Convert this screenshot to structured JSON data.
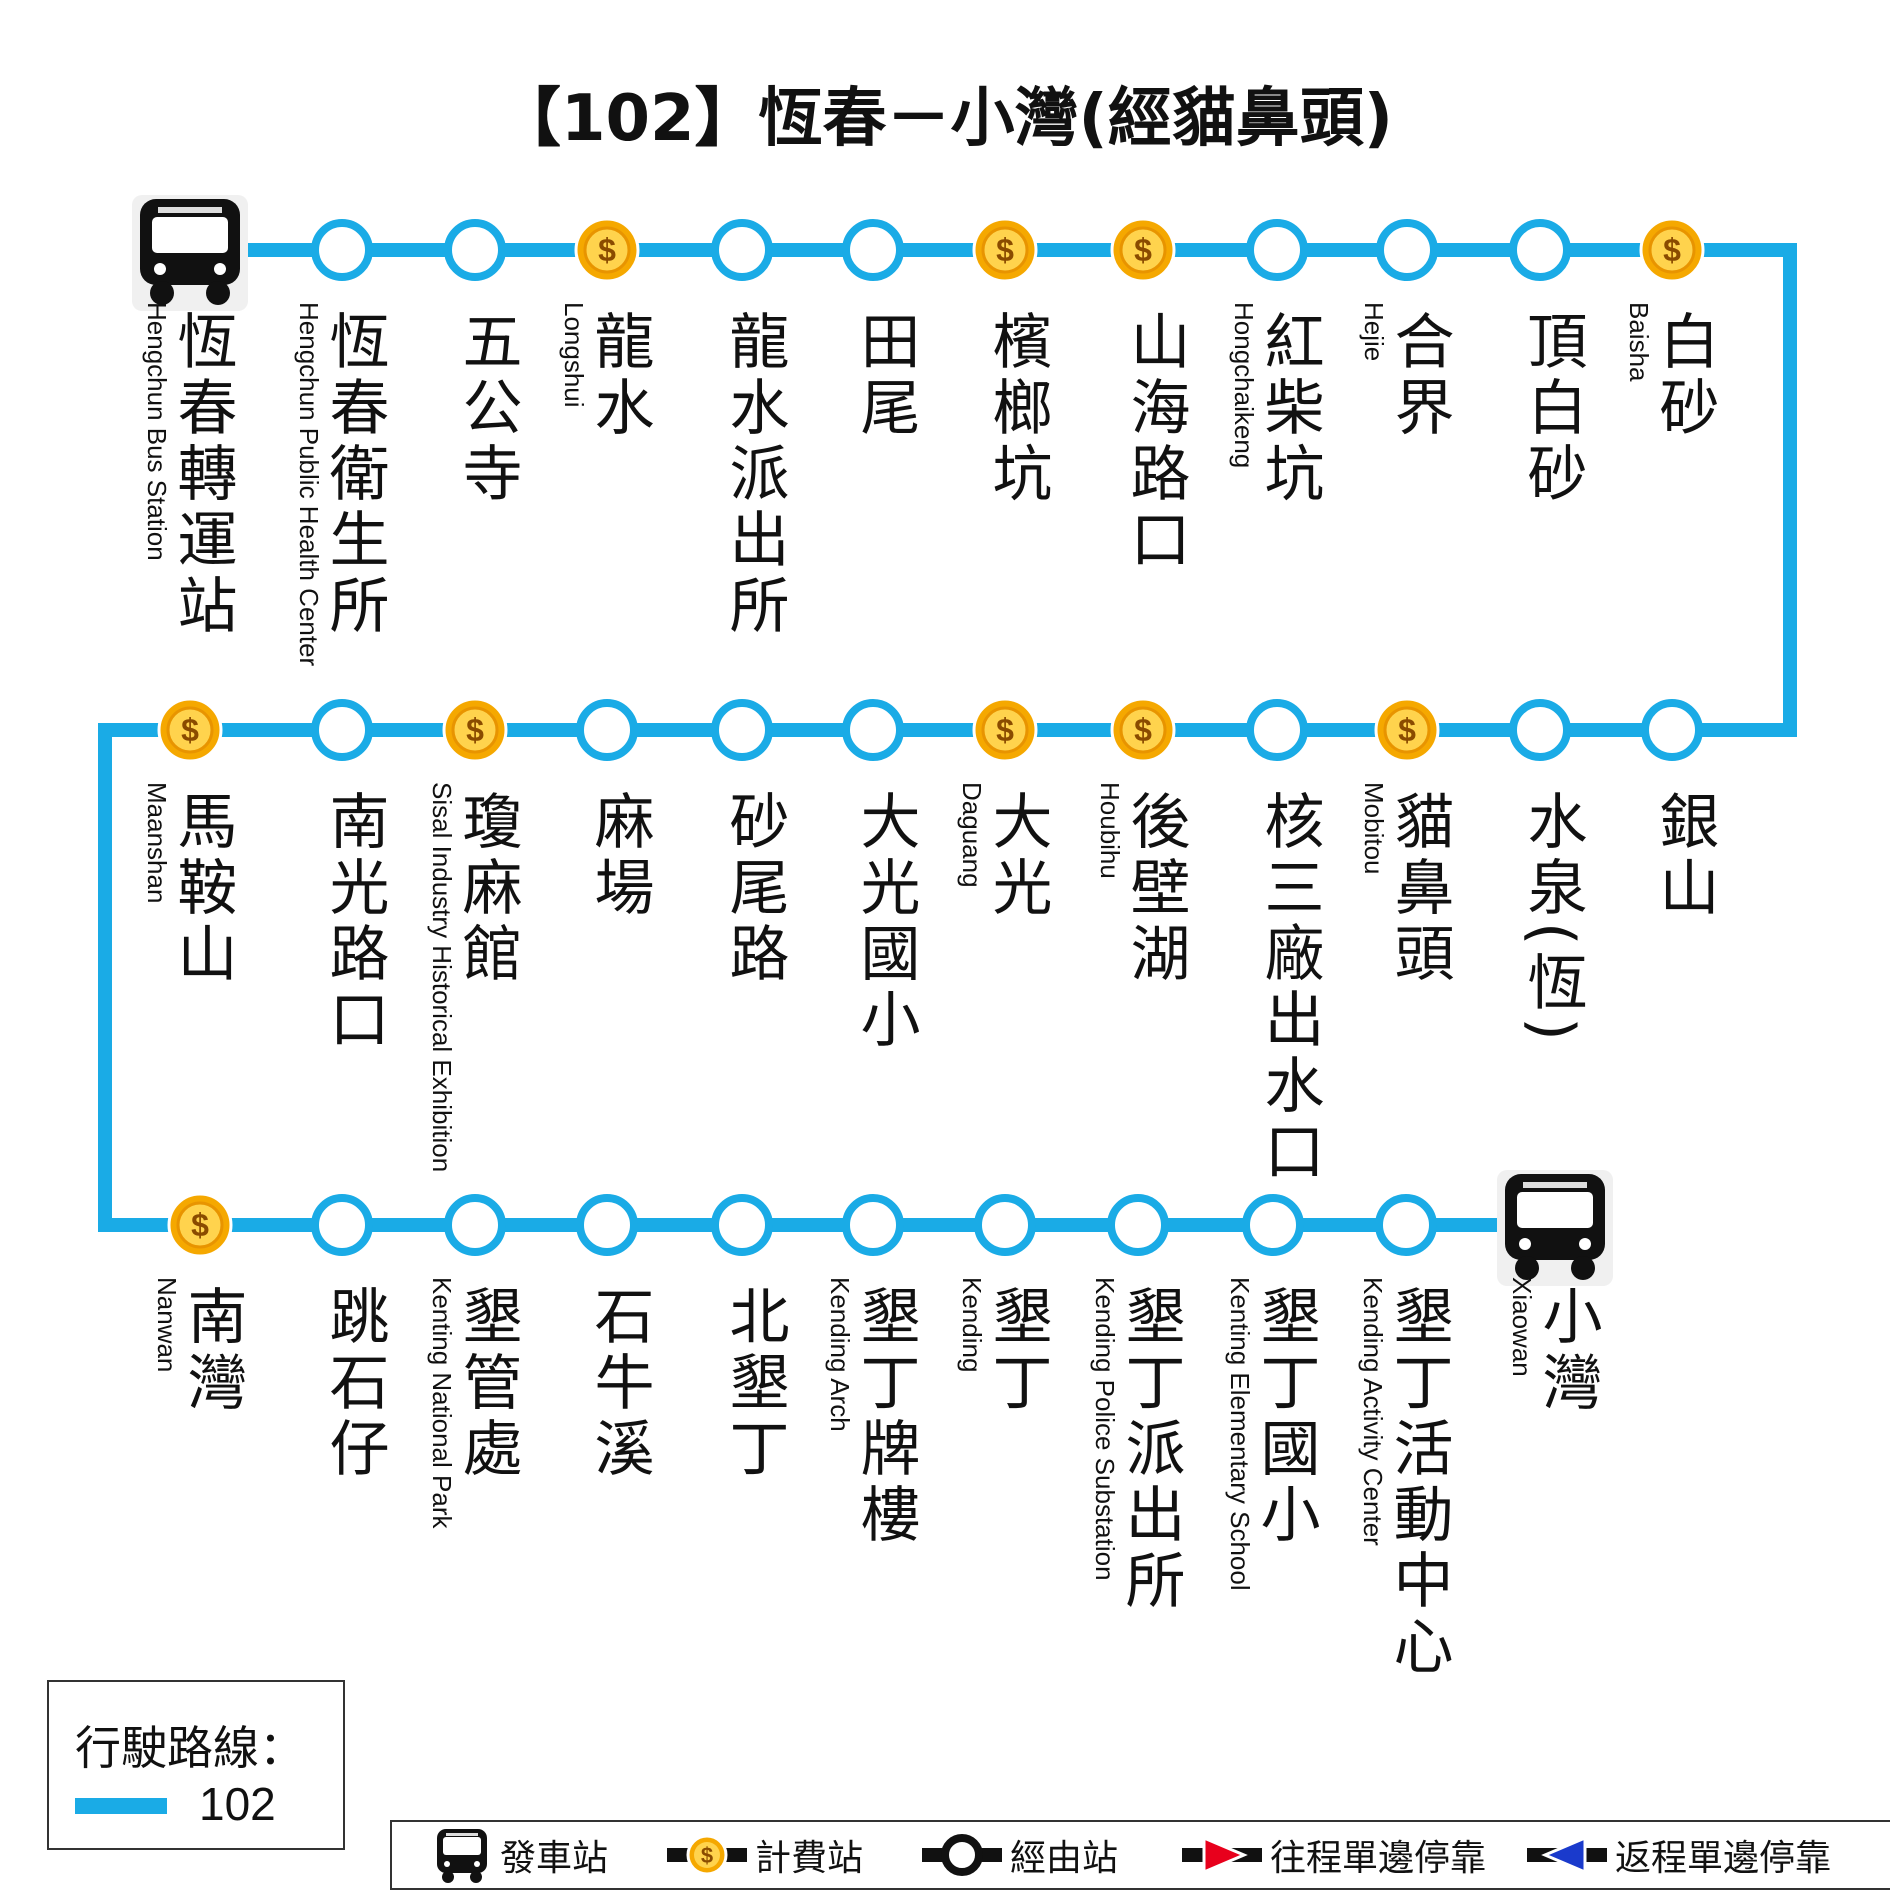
{
  "title": "【102】恆春－小灣(經貓鼻頭)",
  "colors": {
    "route": "#1AABE6",
    "coin": "#F5A800",
    "stop_ring": "#1AABE6"
  },
  "rows": [
    [
      {
        "zh": "恆春轉運站",
        "en": "Hengchun Bus Station",
        "type": "terminal"
      },
      {
        "zh": "恆春衛生所",
        "en": "Hengchun Public Health Center",
        "type": "stop"
      },
      {
        "zh": "五公寺",
        "en": "",
        "type": "stop"
      },
      {
        "zh": "龍水",
        "en": "Longshui",
        "type": "fare"
      },
      {
        "zh": "龍水派出所",
        "en": "",
        "type": "stop"
      },
      {
        "zh": "田尾",
        "en": "",
        "type": "stop"
      },
      {
        "zh": "檳榔坑",
        "en": "",
        "type": "fare"
      },
      {
        "zh": "山海路口",
        "en": "",
        "type": "fare"
      },
      {
        "zh": "紅柴坑",
        "en": "Hongchaikeng",
        "type": "stop"
      },
      {
        "zh": "合界",
        "en": "Hejie",
        "type": "stop"
      },
      {
        "zh": "頂白砂",
        "en": "",
        "type": "stop"
      },
      {
        "zh": "白砂",
        "en": "Baisha",
        "type": "fare"
      }
    ],
    [
      {
        "zh": "馬鞍山",
        "en": "Maanshan",
        "type": "fare"
      },
      {
        "zh": "南光路口",
        "en": "",
        "type": "stop"
      },
      {
        "zh": "瓊麻館",
        "en": "Sisal Industry Historical Exhibition",
        "type": "fare"
      },
      {
        "zh": "麻場",
        "en": "",
        "type": "stop"
      },
      {
        "zh": "砂尾路",
        "en": "",
        "type": "stop"
      },
      {
        "zh": "大光國小",
        "en": "",
        "type": "stop"
      },
      {
        "zh": "大光",
        "en": "Daguang",
        "type": "fare"
      },
      {
        "zh": "後壁湖",
        "en": "Houbihu",
        "type": "fare"
      },
      {
        "zh": "核三廠出水口",
        "en": "",
        "type": "stop"
      },
      {
        "zh": "貓鼻頭",
        "en": "Mobitou",
        "type": "fare"
      },
      {
        "zh": "水泉(恆)",
        "en": "",
        "type": "stop"
      },
      {
        "zh": "銀山",
        "en": "",
        "type": "stop"
      }
    ],
    [
      {
        "zh": "南灣",
        "en": "Nanwan",
        "type": "fare"
      },
      {
        "zh": "跳石仔",
        "en": "",
        "type": "stop"
      },
      {
        "zh": "墾管處",
        "en": "Kenting National Park",
        "type": "stop"
      },
      {
        "zh": "石牛溪",
        "en": "",
        "type": "stop"
      },
      {
        "zh": "北墾丁",
        "en": "",
        "type": "stop"
      },
      {
        "zh": "墾丁牌樓",
        "en": "Kending Arch",
        "type": "stop"
      },
      {
        "zh": "墾丁",
        "en": "Kending",
        "type": "stop"
      },
      {
        "zh": "墾丁派出所",
        "en": "Kending Police Substation",
        "type": "stop"
      },
      {
        "zh": "墾丁國小",
        "en": "Kenting Elementary School",
        "type": "stop"
      },
      {
        "zh": "墾丁活動中心",
        "en": "Kending Activity Center",
        "type": "stop"
      },
      {
        "zh": "小灣",
        "en": "Xiaowan",
        "type": "terminal"
      }
    ]
  ],
  "legend": {
    "title": "行駛路線：",
    "route_label": "102"
  },
  "key": {
    "terminal": "發車站",
    "fare": "計費站",
    "stop": "經由站",
    "outbound": "往程單邊停靠",
    "inbound": "返程單邊停靠"
  }
}
